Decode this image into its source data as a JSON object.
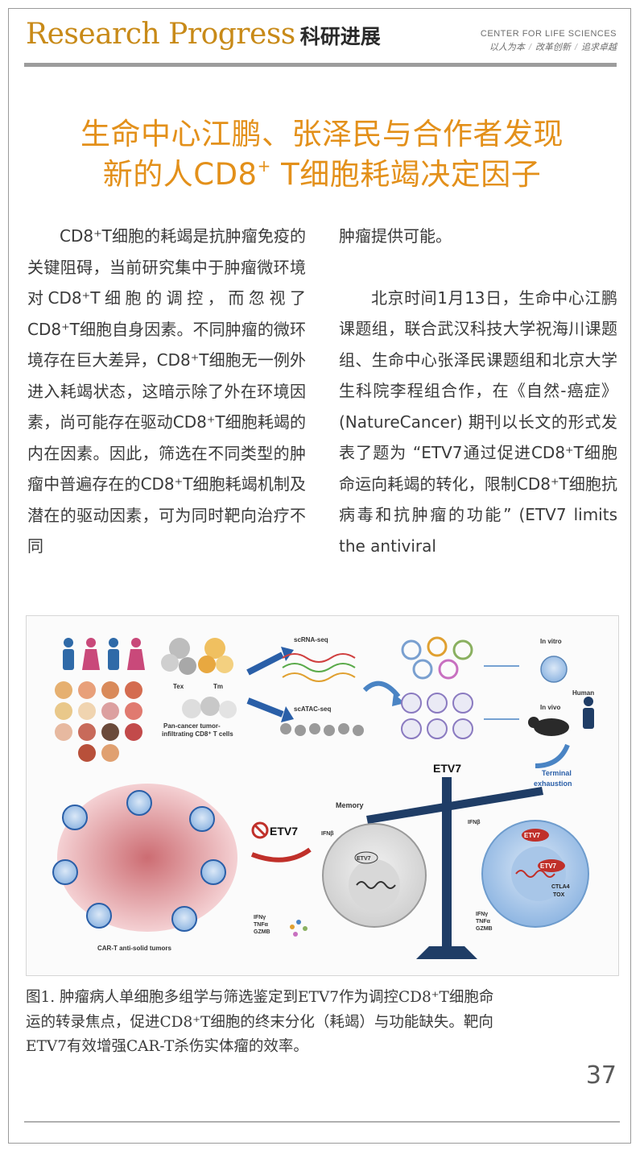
{
  "header": {
    "title": "Research Progress",
    "title_cn": "科研进展",
    "center_name": "CENTER FOR LIFE SCIENCES",
    "slogans": [
      "以人为本",
      "改革创新",
      "追求卓越"
    ]
  },
  "article": {
    "title_line1": "生命中心江鹏、张泽民与合作者发现",
    "title_line2_pre": "新的人CD8",
    "title_line2_sup": "+",
    "title_line2_post": " T细胞耗竭决定因子",
    "left_lines": [
      "CD8⁺T细胞的耗竭是抗肿瘤",
      "免疫的关键阻碍，当前研究集中",
      "于肿瘤微环境对CD8⁺T细胞的调",
      "控，而忽视了CD8⁺T细胞自身因",
      "素。不同肿瘤的微环境存在巨大",
      "差异，CD8⁺T细胞无一例外进入",
      "耗竭状态，这暗示除了外在环境",
      "因素，尚可能存在驱动CD8⁺T细",
      "胞耗竭的内在因素。因此，筛选",
      "在不同类型的肿瘤中普遍存在的",
      "CD8⁺T细胞耗竭机制及潜在的驱",
      "动因素，可为同时靶向治疗不同"
    ],
    "right_first": "肿瘤提供可能。",
    "right_lines": [
      "北京时间1月13日，生命中",
      "心江鹏课题组，联合武汉科技大",
      "学祝海川课题组、生命中心张泽",
      "民课题组和北京大学生科院李程",
      "组合作，在《自然-癌症》(Nature",
      "Cancer) 期刊以长文的形式发表",
      "了题为 “ETV7通过促进CD8⁺T",
      "细胞命运向耗竭的转化，限制",
      "CD8⁺T细胞抗病毒和抗肿瘤的功",
      "能” (ETV7 limits the antiviral"
    ]
  },
  "figure": {
    "labels": {
      "tex": "Tex",
      "tm": "Tm",
      "pan_cancer_1": "Pan-cancer tumor-",
      "pan_cancer_2": "infiltrating CD8⁺ T cells",
      "scrna": "scRNA-seq",
      "scatac": "scATAC-seq",
      "in_vitro": "In vitro",
      "human": "Human",
      "in_vivo": "In vivo",
      "etv7": "ETV7",
      "terminal_1": "Terminal",
      "terminal_2": "exhaustion",
      "memory": "Memory",
      "no_etv7": "ETV7",
      "ifnb_left": "IFNβ",
      "ifnb_right": "IFNβ",
      "etv7_small_left": "ETV7",
      "etv7_small_right_1": "ETV7",
      "etv7_small_right_2": "ETV7",
      "ctla4": "CTLA4",
      "tox": "TOX",
      "ifng_left": "IFNγ",
      "tnfa_left": "TNFα",
      "gzmb_left": "GZMB",
      "ifng_right": "IFNγ",
      "tnfa_right": "TNFα",
      "gzmb_right": "GZMB",
      "cart": "CAR-T anti-solid tumors"
    }
  },
  "caption_lines": [
    "图1. 肿瘤病人单细胞多组学与筛选鉴定到ETV7作为调控CD8⁺T细胞命",
    "运的转录焦点，促进CD8⁺T细胞的终末分化（耗竭）与功能缺失。靶向",
    "ETV7有效增强CAR-T杀伤实体瘤的效率。"
  ],
  "page_number": "37",
  "colors": {
    "accent_orange": "#e3901a",
    "header_gold": "#c88a18",
    "figure_blue": "#2a5fa8",
    "etv7_red": "#c0302a"
  }
}
